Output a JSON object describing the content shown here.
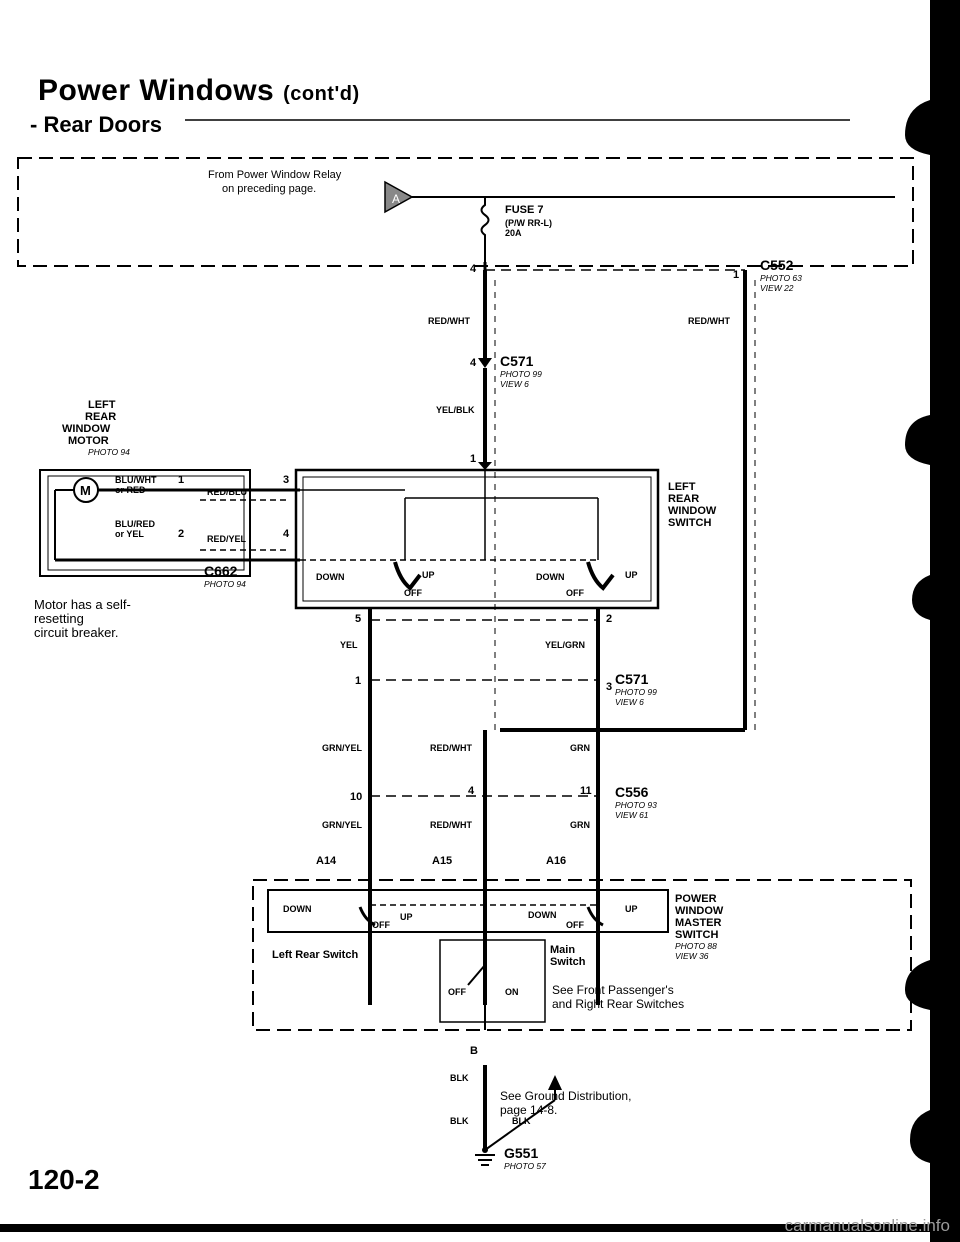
{
  "header": {
    "title": "Power Windows",
    "title_suffix": "(cont'd)",
    "subtitle": "- Rear Doors"
  },
  "relay_box": {
    "text_line1": "From Power Window Relay",
    "text_line2": "on preceding page.",
    "connector_letter": "A",
    "fuse_name": "FUSE 7",
    "fuse_spec1": "(P/W RR-L)",
    "fuse_spec2": "20A"
  },
  "connectors": {
    "c552": {
      "name": "C552",
      "photo": "PHOTO 63",
      "view": "VIEW 22"
    },
    "c571_top": {
      "name": "C571",
      "photo": "PHOTO 99",
      "view": "VIEW 6"
    },
    "c662": {
      "name": "C662",
      "photo": "PHOTO 94"
    },
    "c571_mid": {
      "name": "C571",
      "photo": "PHOTO 99",
      "view": "VIEW 6"
    },
    "c556": {
      "name": "C556",
      "photo": "PHOTO 93",
      "view": "VIEW 61"
    },
    "g551": {
      "name": "G551",
      "photo": "PHOTO 57"
    }
  },
  "motor": {
    "label_lines": [
      "LEFT",
      "REAR",
      "WINDOW",
      "MOTOR"
    ],
    "photo": "PHOTO 94",
    "symbol": "M",
    "note_lines": [
      "Motor has a self-",
      "resetting",
      "circuit breaker."
    ]
  },
  "switch": {
    "label_lines": [
      "LEFT",
      "REAR",
      "WINDOW",
      "SWITCH"
    ],
    "down": "DOWN",
    "up": "UP",
    "off": "OFF"
  },
  "master": {
    "label_lines": [
      "POWER",
      "WINDOW",
      "MASTER",
      "SWITCH"
    ],
    "photo": "PHOTO 88",
    "view": "VIEW 36",
    "left_rear": "Left Rear Switch",
    "main_lines": [
      "Main",
      "Switch"
    ],
    "off": "OFF",
    "on": "ON",
    "see_front_lines": [
      "See Front Passenger's",
      "and Right Rear Switches"
    ]
  },
  "wires": {
    "red_wht": "RED/WHT",
    "yel_blk": "YEL/BLK",
    "blu_wht": "BLU/WHT",
    "or_red": "or RED",
    "red_blu": "RED/BLU",
    "blu_red": "BLU/RED",
    "or_yel": "or YEL",
    "red_yel": "RED/YEL",
    "yel": "YEL",
    "yel_grn": "YEL/GRN",
    "grn_yel": "GRN/YEL",
    "grn": "GRN",
    "blk": "BLK"
  },
  "pins": {
    "p4": "4",
    "p1": "1",
    "p3": "3",
    "p2": "2",
    "p5": "5",
    "p10": "10",
    "p11": "11",
    "pB": "B",
    "a14": "A14",
    "a15": "A15",
    "a16": "A16"
  },
  "ground": {
    "note_line1": "See Ground Distribution,",
    "note_line2": "page 14-8."
  },
  "footer": {
    "page_number": "120-2",
    "watermark": "carmanualsonline.info"
  }
}
